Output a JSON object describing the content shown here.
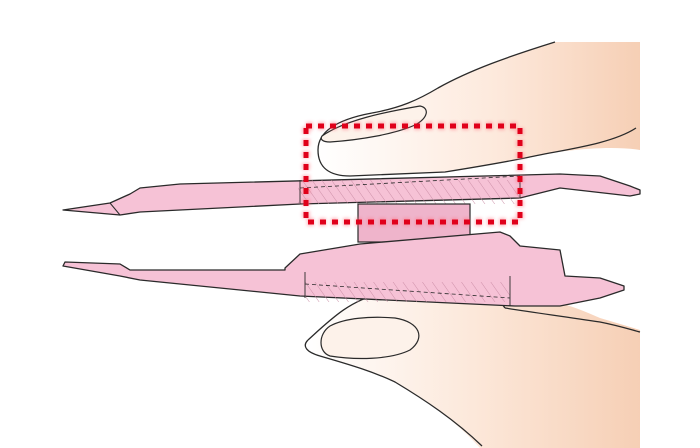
{
  "diagram": {
    "description_visible_text": "",
    "colors": {
      "background": "#ffffff",
      "tweezer_fill": "#f6c2d6",
      "tweezer_dark": "#e9a8c2",
      "outline": "#2a2a2a",
      "skin_light": "#fbe6d6",
      "skin_shadow": "#f2c9ad",
      "highlight_box": "#e0001a"
    },
    "elements": {
      "upper_arm": "upper-tweezer-arm",
      "lower_arm": "lower-tweezer-arm",
      "spacer": "grip-spacer-block",
      "upper_finger": "upper-finger",
      "lower_finger": "lower-finger",
      "highlight": "focus-highlight-box"
    }
  }
}
